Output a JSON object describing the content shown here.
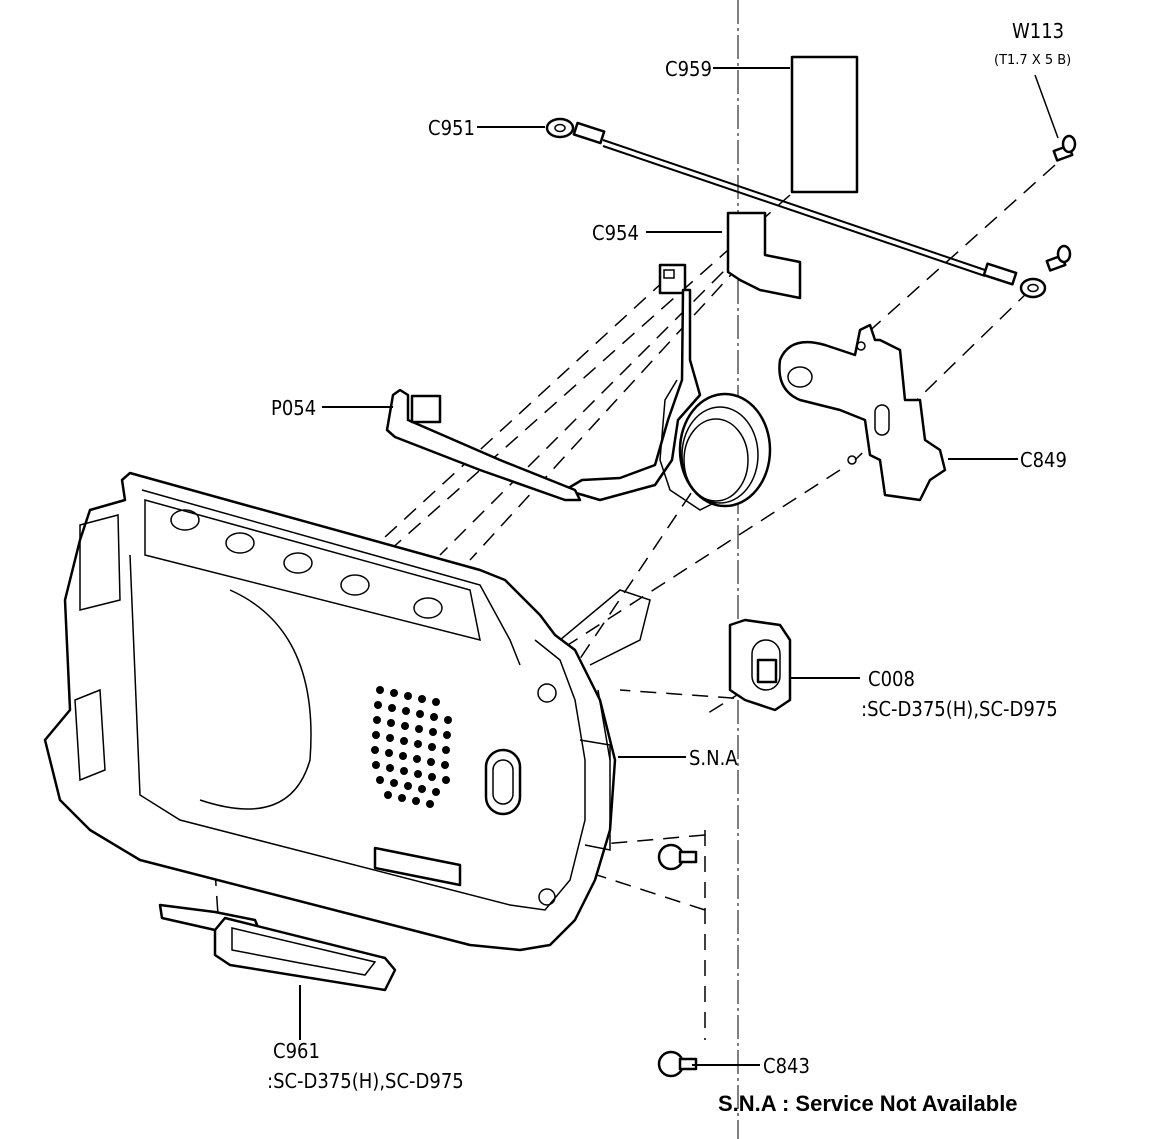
{
  "diagram": {
    "labels": {
      "w113": "W113",
      "w113_spec": "(T1.7 X 5 B)",
      "c959": "C959",
      "c951": "C951",
      "c954": "C954",
      "p054": "P054",
      "c849": "C849",
      "c008": "C008",
      "c008_note": ":SC-D375(H),SC-D975",
      "sna": "S.N.A",
      "c961": "C961",
      "c961_note": ":SC-D375(H),SC-D975",
      "c843": "C843"
    },
    "footer_note": "S.N.A : Service Not Available"
  }
}
